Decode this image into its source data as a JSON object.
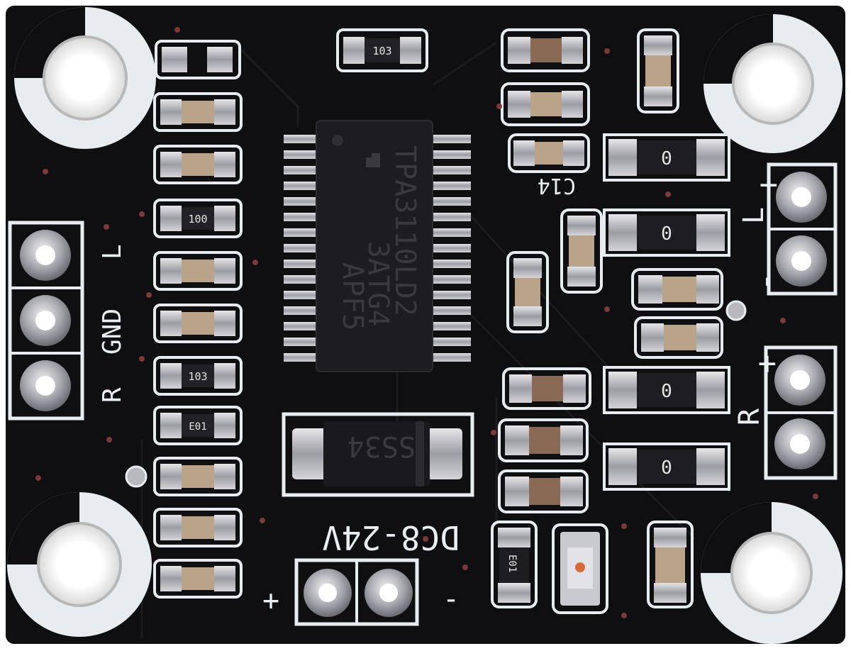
{
  "board": {
    "chip_label": {
      "line1": "TPA3110LD2",
      "line2": "3ATG4",
      "line3": "APF5"
    },
    "input_silkscreen": {
      "r": "R",
      "gnd": "GND",
      "l": "L"
    },
    "output_silkscreen": {
      "plus_left": "+",
      "minus_left": "-",
      "left": "L",
      "plus_right": "+",
      "minus_right": "-",
      "right": "R"
    },
    "power_silkscreen": {
      "voltage": "DC8-24V",
      "plus": "+",
      "minus": "-"
    },
    "diode_label": "SS34",
    "cap_label": "C14",
    "resistor_markings": {
      "r_zero": "0",
      "r_100": "100",
      "r_103": "103",
      "r_e01": "E01",
      "r_103_top": "103"
    }
  }
}
